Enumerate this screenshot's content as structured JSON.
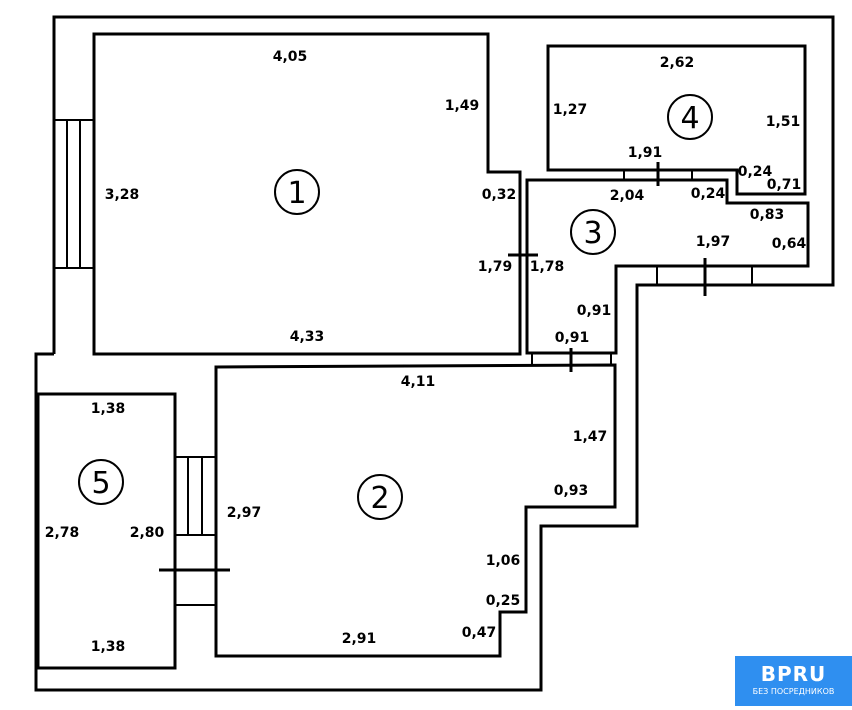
{
  "rooms": [
    {
      "number": "1",
      "dims": [
        "4,05",
        "1,49",
        "0,32",
        "1,79",
        "4,33",
        "3,28"
      ]
    },
    {
      "number": "2",
      "dims": [
        "4,11",
        "1,47",
        "0,93",
        "1,06",
        "0,25",
        "0,47",
        "2,91",
        "2,97"
      ]
    },
    {
      "number": "3",
      "dims": [
        "2,04",
        "0,24",
        "0,83",
        "0,64",
        "1,97",
        "0,91",
        "0,91",
        "1,78"
      ]
    },
    {
      "number": "4",
      "dims": [
        "2,62",
        "1,27",
        "1,51",
        "1,91",
        "0,24",
        "0,71"
      ]
    },
    {
      "number": "5",
      "dims": [
        "1,38",
        "2,78",
        "2,80",
        "1,38"
      ]
    }
  ],
  "logo": {
    "brand": "BPRU",
    "tagline": "БЕЗ ПОСРЕДНИКОВ",
    "color": "#2f8ff0"
  }
}
